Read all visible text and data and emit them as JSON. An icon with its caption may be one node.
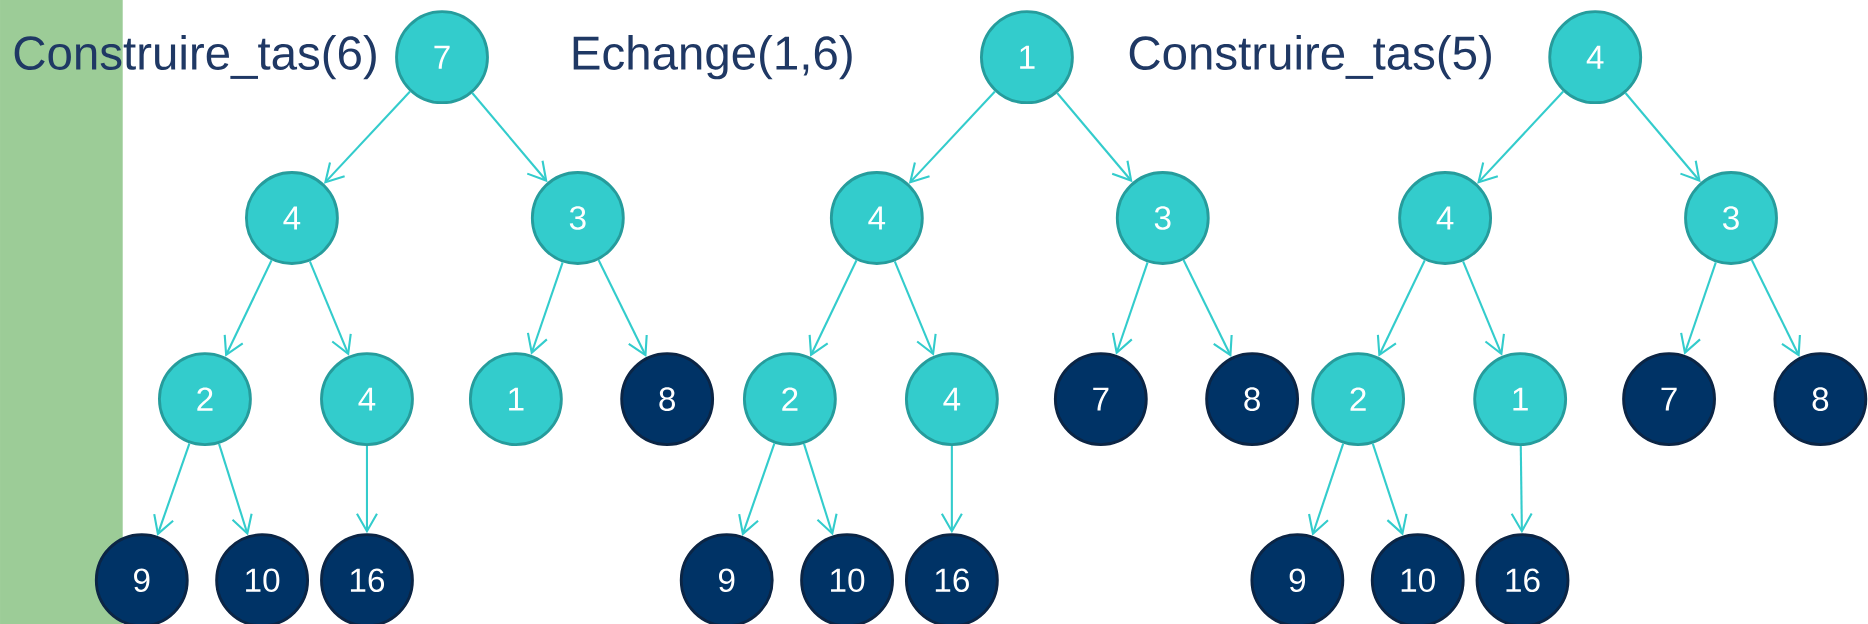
{
  "diagram": {
    "nodes": [
      {
        "text": [
          "7"
        ]
      },
      {
        "text": [
          "4"
        ]
      },
      {
        "text": [
          "3"
        ]
      },
      {
        "text": [
          "2"
        ]
      },
      {
        "text": [
          "4"
        ]
      },
      {
        "text": [
          "1"
        ]
      },
      {
        "text": [
          "8"
        ]
      },
      {
        "text": [
          "9"
        ]
      },
      {
        "text": [
          "10"
        ]
      },
      {
        "text": [
          "16"
        ]
      },
      {
        "text": [
          "1"
        ]
      },
      {
        "text": [
          "4"
        ]
      },
      {
        "text": [
          "3"
        ]
      },
      {
        "text": [
          "2"
        ]
      },
      {
        "text": [
          "4"
        ]
      },
      {
        "text": [
          "7"
        ]
      },
      {
        "text": [
          "8"
        ]
      },
      {
        "text": [
          "9"
        ]
      },
      {
        "text": [
          "10"
        ]
      },
      {
        "text": [
          "16"
        ]
      },
      {
        "text": [
          "4"
        ]
      },
      {
        "text": [
          "4"
        ]
      },
      {
        "text": [
          "3"
        ]
      },
      {
        "text": [
          "2"
        ]
      },
      {
        "text": [
          "1"
        ]
      },
      {
        "text": [
          "7"
        ]
      },
      {
        "text": [
          "8"
        ]
      },
      {
        "text": [
          "9"
        ]
      },
      {
        "text": [
          "10"
        ]
      },
      {
        "text": [
          "16"
        ]
      }
    ],
    "edges": [
      {
        "from": 0,
        "to": 1,
        "arrow": "to"
      },
      {
        "from": 0,
        "to": 2,
        "arrow": "to"
      },
      {
        "from": 1,
        "to": 3,
        "arrow": "to"
      },
      {
        "from": 1,
        "to": 4,
        "arrow": "to"
      },
      {
        "from": 2,
        "to": 5,
        "arrow": "to"
      },
      {
        "from": 2,
        "to": 6,
        "arrow": "to"
      },
      {
        "from": 3,
        "to": 7,
        "arrow": "to"
      },
      {
        "from": 3,
        "to": 8,
        "arrow": "to"
      },
      {
        "from": 4,
        "to": 9,
        "arrow": "to"
      },
      {
        "from": 10,
        "to": 11,
        "arrow": "to"
      },
      {
        "from": 10,
        "to": 12,
        "arrow": "to"
      },
      {
        "from": 11,
        "to": 13,
        "arrow": "to"
      },
      {
        "from": 11,
        "to": 14,
        "arrow": "to"
      },
      {
        "from": 12,
        "to": 15,
        "arrow": "to"
      },
      {
        "from": 12,
        "to": 16,
        "arrow": "to"
      },
      {
        "from": 13,
        "to": 17,
        "arrow": "to"
      },
      {
        "from": 13,
        "to": 18,
        "arrow": "to"
      },
      {
        "from": 14,
        "to": 19,
        "arrow": "to"
      },
      {
        "from": 20,
        "to": 21,
        "arrow": "to"
      },
      {
        "from": 20,
        "to": 22,
        "arrow": "to"
      },
      {
        "from": 21,
        "to": 23,
        "arrow": "to"
      },
      {
        "from": 21,
        "to": 24,
        "arrow": "to"
      },
      {
        "from": 22,
        "to": 25,
        "arrow": "to"
      },
      {
        "from": 22,
        "to": 26,
        "arrow": "to"
      },
      {
        "from": 23,
        "to": 27,
        "arrow": "to"
      },
      {
        "from": 23,
        "to": 28,
        "arrow": "to"
      },
      {
        "from": 24,
        "to": 29,
        "arrow": "to"
      }
    ],
    "labels": [
      "Construire_tas(6)",
      "Echange(1,6)",
      "Construire_tas(5)"
    ]
  }
}
